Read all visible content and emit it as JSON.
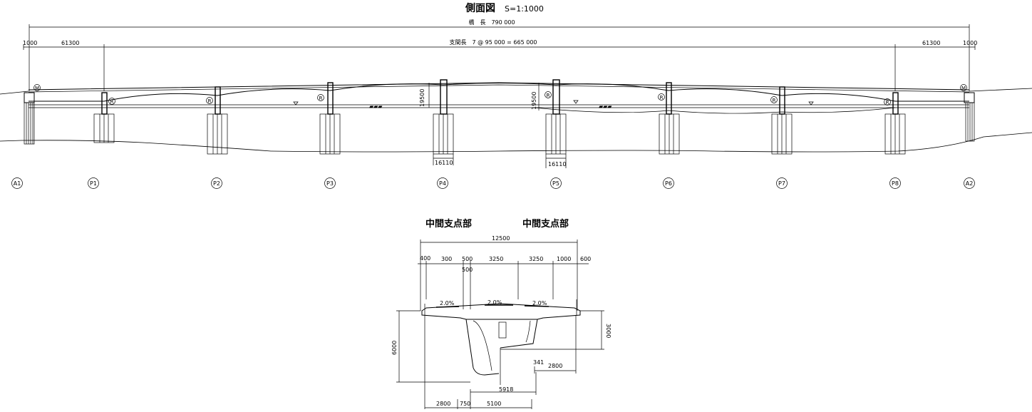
{
  "header": {
    "title": "側面図",
    "scale": "S=1:1000"
  },
  "side_view": {
    "bridge_length_label": "橋　長　790 000",
    "span_label": "支間長　7 @ 95 000 = 665 000",
    "left_offset": "1000",
    "left_side_span": "61300",
    "right_side_span": "61300",
    "right_offset": "1000",
    "girder_height_left": "19500",
    "girder_height_right": "19500",
    "footing_width_p4": "16110",
    "footing_width_p5": "16110",
    "support_movable": "M",
    "support_fixed": "R",
    "piers": [
      "A1",
      "P1",
      "P2",
      "P3",
      "P4",
      "P5",
      "P6",
      "P7",
      "P8",
      "A2"
    ]
  },
  "cross_section": {
    "left_title": "中間支点部",
    "right_title": "中間支点部",
    "total_width": "12500",
    "top_dims": [
      "400",
      "300",
      "500",
      "3250",
      "3250",
      "1000",
      "600"
    ],
    "sub_dim": "500",
    "slopes": [
      "2.0%",
      "2.0%",
      "2.0%"
    ],
    "height_6000": "6000",
    "height_3000": "3000",
    "dim_2800_right": "2800",
    "dim_341": "341",
    "dim_5918": "5918",
    "bottom_dims": [
      "2800",
      "750",
      "5100"
    ]
  }
}
